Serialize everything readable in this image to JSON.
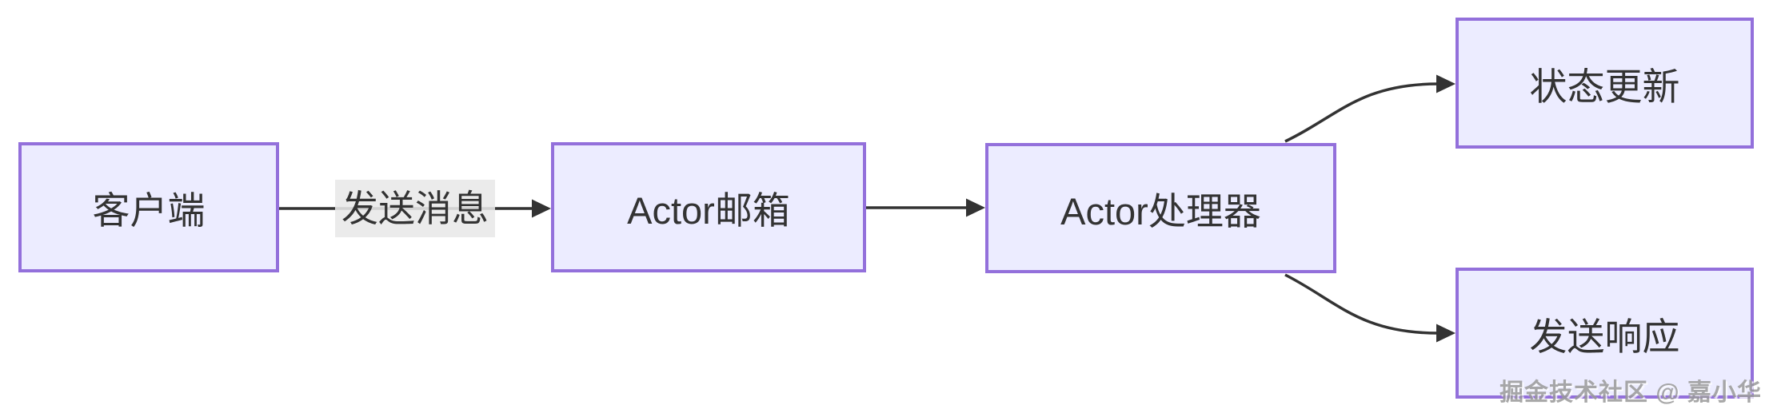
{
  "diagram": {
    "type": "flowchart-left-to-right",
    "nodes": [
      {
        "id": "client",
        "label": "客户端"
      },
      {
        "id": "mailbox",
        "label": "Actor邮箱"
      },
      {
        "id": "processor",
        "label": "Actor处理器"
      },
      {
        "id": "state-update",
        "label": "状态更新"
      },
      {
        "id": "send-response",
        "label": "发送响应"
      }
    ],
    "edges": [
      {
        "from": "client",
        "to": "mailbox",
        "label": "发送消息"
      },
      {
        "from": "mailbox",
        "to": "processor",
        "label": ""
      },
      {
        "from": "processor",
        "to": "state-update",
        "label": ""
      },
      {
        "from": "processor",
        "to": "send-response",
        "label": ""
      }
    ],
    "colors": {
      "node-fill": "#ECECFF",
      "node-border": "#9370DB",
      "edge": "#333333",
      "text": "#333333",
      "label-bg": "#E8E8E8",
      "watermark": "#9A9A9A"
    }
  },
  "watermark": {
    "text": "掘金技术社区 @ 嘉小华"
  }
}
